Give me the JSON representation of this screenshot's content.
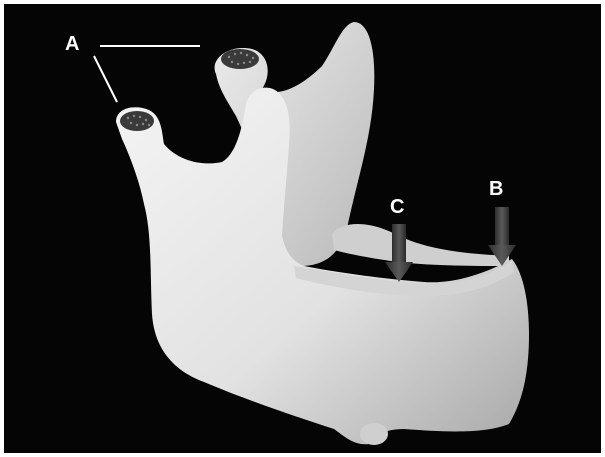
{
  "figure": {
    "labels": {
      "a": "A",
      "b": "B",
      "c": "C"
    },
    "colors": {
      "background": "#050505",
      "bone": "#e8e8e8",
      "bone_shadow": "#9a9a9a",
      "arrow": "#4a4a4a",
      "label": "#ffffff",
      "frame": "#ffffff"
    }
  }
}
